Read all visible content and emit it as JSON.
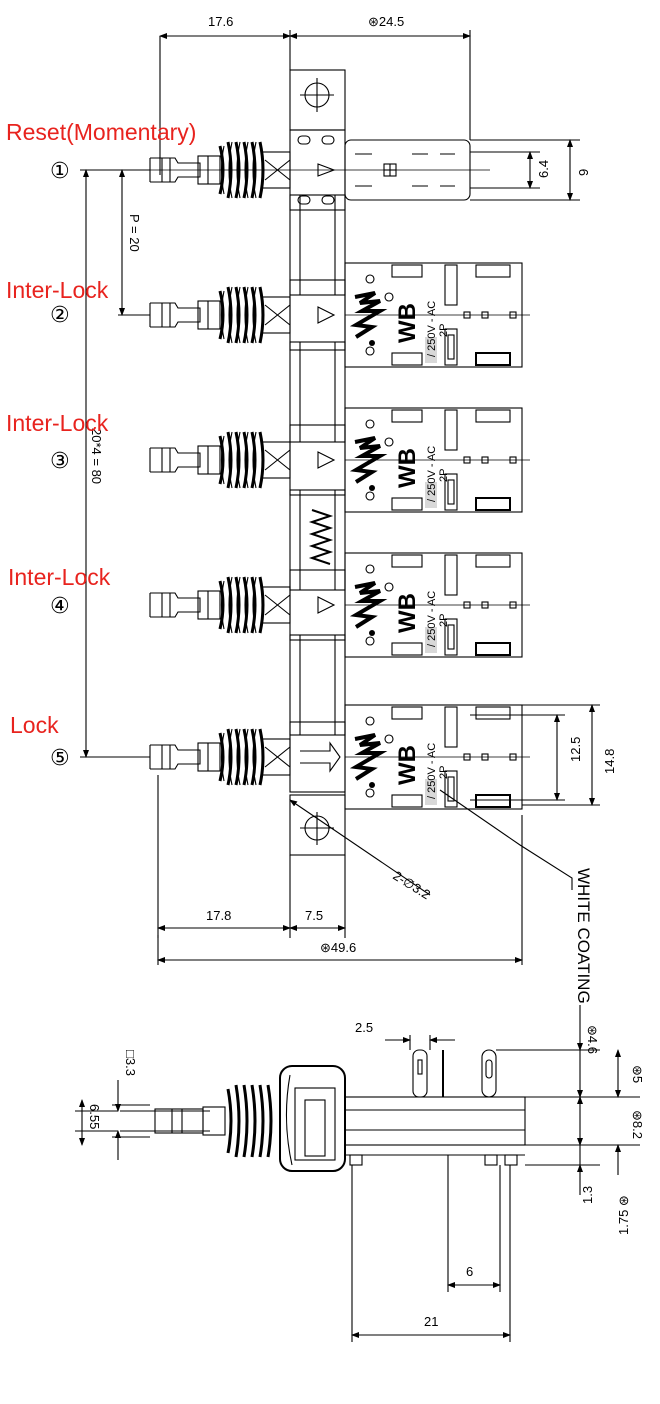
{
  "labels": {
    "reset": "Reset(Momentary)",
    "interlock": "Inter-Lock",
    "lock": "Lock",
    "white_coating": "WHITE COATING",
    "station_numbers": [
      "①",
      "②",
      "③",
      "④",
      "⑤"
    ]
  },
  "dimensions": {
    "top_left": "17.6",
    "top_right": "⊛24.5",
    "d64": "6.4",
    "d9": "9",
    "pitch": "P = 20",
    "total_pitch": "20*4 = 80",
    "d125": "12.5",
    "d148": "14.8",
    "hole": "2-∅3.2",
    "d178": "17.8",
    "d75": "7.5",
    "d496": "⊛49.6",
    "d25": "2.5",
    "d46": "⊛4.6",
    "sq33": "□3.3",
    "d5": "⊛5",
    "d82": "⊛8.2",
    "d655": "6.55",
    "d6": "6",
    "d13": "1.3",
    "d175": "1.75 ⊛",
    "d21": "21"
  },
  "module_marking": {
    "voltage": "/ 250V - AC",
    "poles": "2P",
    "brand": "WB"
  }
}
